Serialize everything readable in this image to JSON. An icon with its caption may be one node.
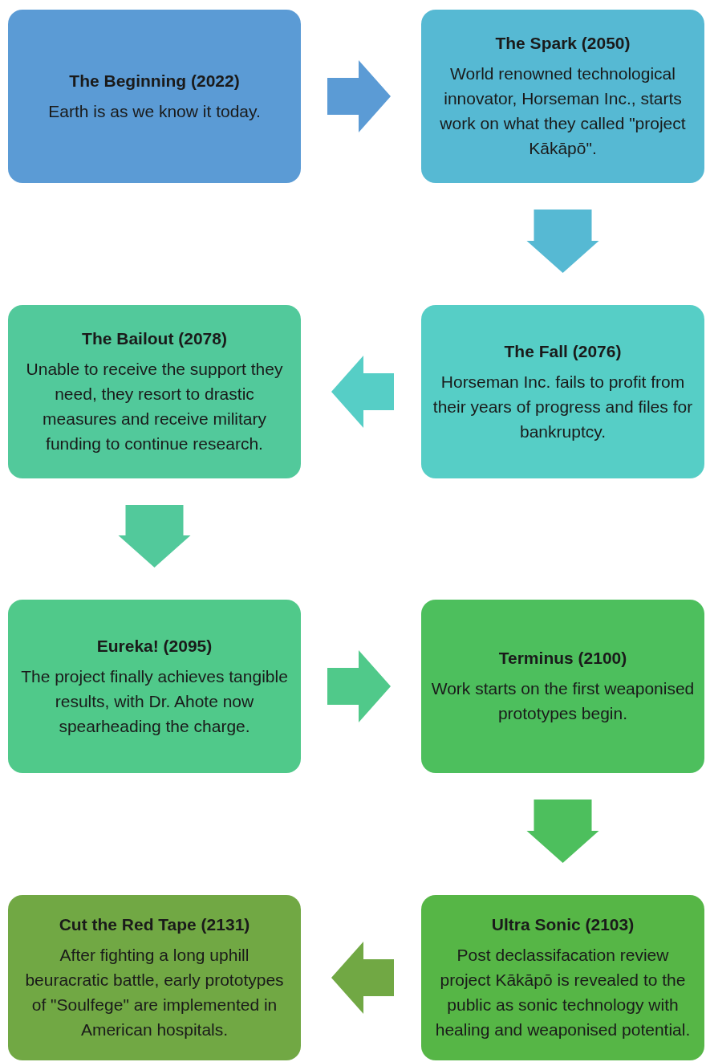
{
  "diagram": {
    "nodes": [
      {
        "text": [
          "The Beginning (2022)",
          "Earth is as we know it today."
        ]
      },
      {
        "text": [
          "The Spark (2050)",
          "World renowned technological innovator, Horseman Inc., starts work on what they called \"project Kākāpō\"."
        ]
      },
      {
        "text": [
          "The Bailout (2078)",
          "Unable to receive the support they need, they resort to drastic measures and receive military funding to continue research."
        ]
      },
      {
        "text": [
          "The Fall (2076)",
          "Horseman Inc. fails to profit from their years of progress and files for bankruptcy."
        ]
      },
      {
        "text": [
          "Eureka! (2095)",
          "The project finally achieves tangible results, with Dr. Ahote now spearheading the charge."
        ]
      },
      {
        "text": [
          "Terminus (2100)",
          "Work starts on the first weaponised prototypes begin."
        ]
      },
      {
        "text": [
          "Cut the Red Tape (2131)",
          "After fighting a long uphill beuracratic battle, early prototypes of \"Soulfege\" are implemented in American hospitals."
        ]
      },
      {
        "text": [
          "Ultra Sonic (2103)",
          "Post declassifacation review project Kākāpō is revealed to the public as sonic technology with healing and weaponised potential."
        ]
      }
    ],
    "edges": [
      {
        "from": 0,
        "to": 1,
        "arrow": "to",
        "color": "#5b9bd5"
      },
      {
        "from": 1,
        "to": 3,
        "arrow": "to",
        "color": "#56b9d3"
      },
      {
        "from": 3,
        "to": 2,
        "arrow": "to",
        "color": "#56cec6"
      },
      {
        "from": 2,
        "to": 4,
        "arrow": "to",
        "color": "#52c99b"
      },
      {
        "from": 4,
        "to": 5,
        "arrow": "to",
        "color": "#50c98a"
      },
      {
        "from": 5,
        "to": 7,
        "arrow": "to",
        "color": "#4dbf5d"
      },
      {
        "from": 7,
        "to": 6,
        "arrow": "to",
        "color": "#71a844"
      }
    ]
  }
}
